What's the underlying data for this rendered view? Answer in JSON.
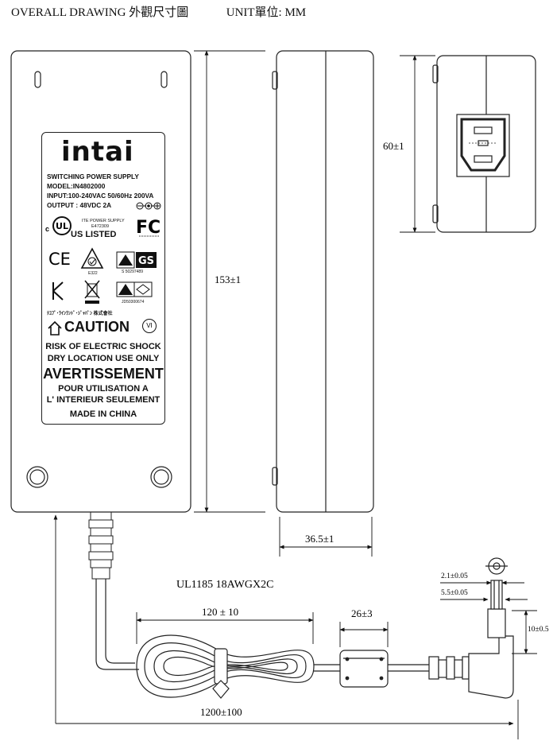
{
  "header": {
    "title": "OVERALL DRAWING 外觀尺寸圖",
    "unit": "UNIT單位: MM"
  },
  "label": {
    "brand": "intai",
    "product": "SWITCHING POWER SUPPLY",
    "model": "MODEL:IN4802000",
    "input": "INPUT:100-240VAC 50/60Hz 200VA",
    "output": "OUTPUT : 48VDC 2A",
    "ul_line1": "ITE POWER SUPPLY",
    "ul_line2": "E472309",
    "ul_listed": "US LISTED",
    "e_code": "E322",
    "gs_code": "S 50297489",
    "jd_code": "JD50300674",
    "japan_line": "ﾃﾕﾌﾞ･ﾗｲﾝﾗﾝﾄﾞ･ｼﾞｬﾊﾟﾝ 株式會社",
    "caution": "CAUTION",
    "level": "VI",
    "risk": "RISK OF ELECTRIC SHOCK",
    "dry": "DRY LOCATION USE ONLY",
    "avertissement": "AVERTISSEMENT",
    "pour": "POUR UTILISATION A",
    "interieur": "L' INTERIEUR SEULEMENT",
    "made": "MADE IN CHINA"
  },
  "dimensions": {
    "length": "153±1",
    "height": "60±1",
    "thickness": "36.5±1",
    "cable_spec": "UL1185 18AWGX2C",
    "coil": "120 ± 10",
    "ferrite": "26±3",
    "cable_length": "1200±100",
    "inner_dia": "2.1±0.05",
    "outer_dia": "5.5±0.05",
    "plug_len": "10±0.5"
  }
}
